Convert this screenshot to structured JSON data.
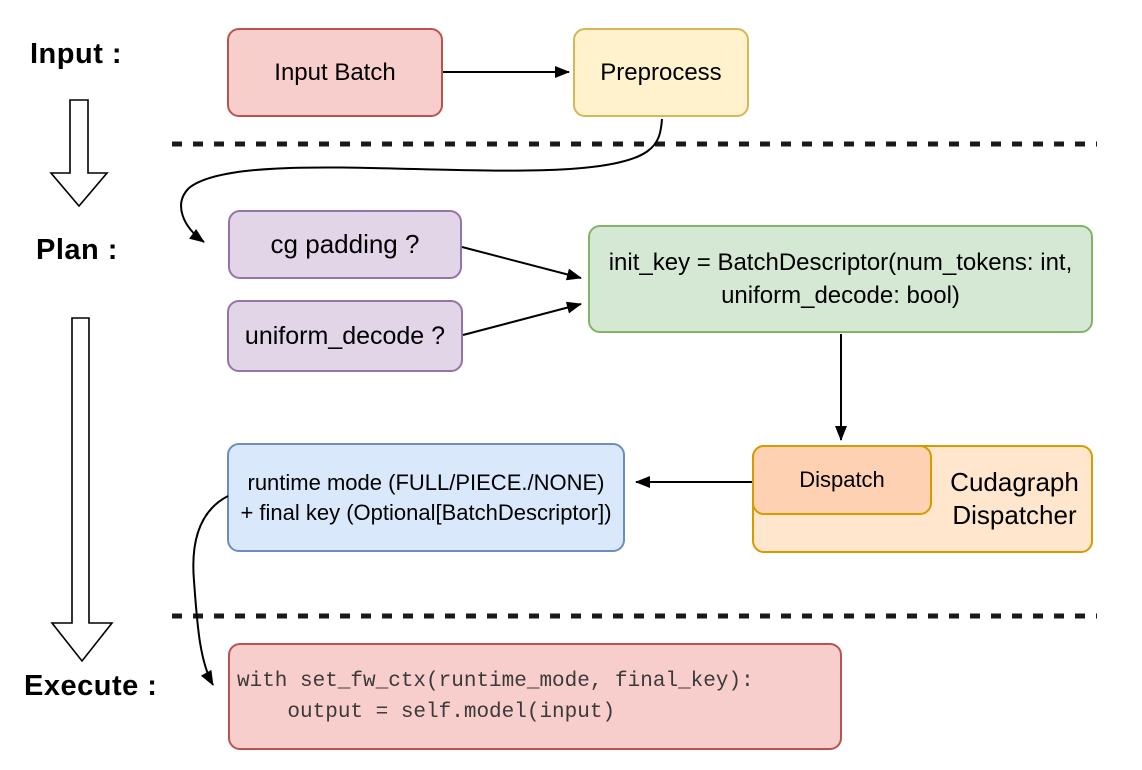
{
  "stages": {
    "input": "Input :",
    "plan": "Plan :",
    "execute": "Execute :"
  },
  "nodes": {
    "input_batch": "Input Batch",
    "preprocess": "Preprocess",
    "cg_padding": "cg padding ?",
    "uniform_decode": "uniform_decode ?",
    "init_key_line1": "init_key = BatchDescriptor(num_tokens: int,",
    "init_key_line2": "uniform_decode: bool)",
    "dispatch": "Dispatch",
    "dispatcher_line1": "Cudagraph",
    "dispatcher_line2": "Dispatcher",
    "runtime_line1": "runtime mode (FULL/PIECE./NONE)",
    "runtime_line2": "+ final key (Optional[BatchDescriptor])",
    "code_line1": "with set_fw_ctx(runtime_mode, final_key):",
    "code_line2": "    output = self.model(input)"
  },
  "colors": {
    "pink_fill": "#f8cecc",
    "pink_stroke": "#b85450",
    "yellow_fill": "#fff2cc",
    "yellow_stroke": "#d6b656",
    "purple_fill": "#e1d5e7",
    "purple_stroke": "#9673a6",
    "green_fill": "#d5e8d4",
    "green_stroke": "#82b366",
    "orange_fill": "#ffe6cc",
    "orange_inner_fill": "#ffd1b3",
    "orange_stroke": "#d79b00",
    "blue_fill": "#dae8fc",
    "blue_stroke": "#6c8ebf",
    "line_color": "#000000"
  }
}
